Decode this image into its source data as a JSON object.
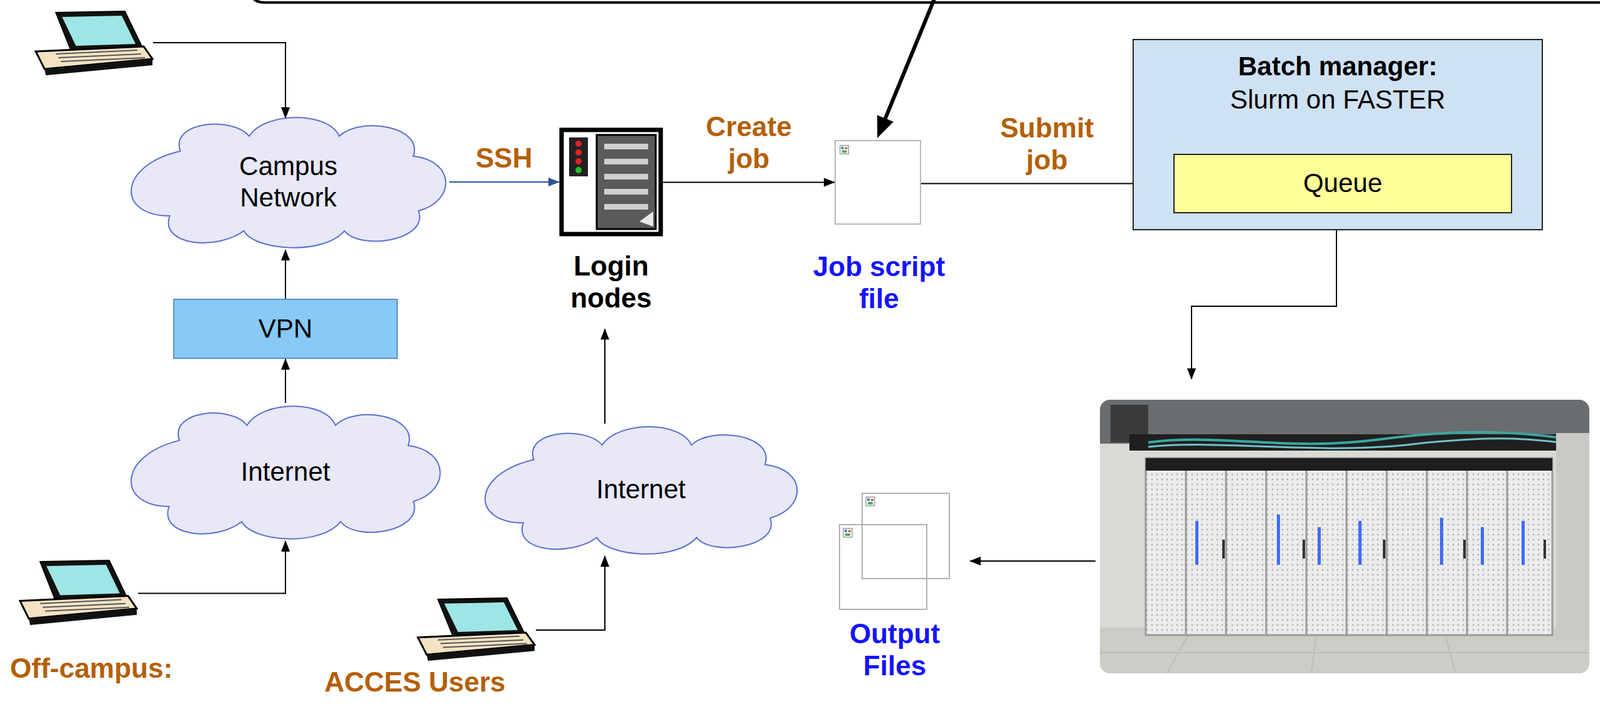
{
  "diagram": {
    "nodes": [
      {
        "text": [
          "Campus Network"
        ]
      },
      {
        "text": [
          "Login nodes"
        ]
      },
      {
        "text": [
          "Job script file"
        ]
      },
      {
        "text": [
          "Batch manager:",
          "Slurm on FASTER"
        ]
      },
      {
        "text": [
          "Queue"
        ],
        "in": 3
      },
      {
        "text": [
          "VPN"
        ]
      },
      {
        "text": [
          "Internet"
        ]
      },
      {
        "text": [
          "Internet"
        ]
      },
      {
        "text": [
          "Output Files"
        ]
      },
      {
        "text": [
          "Off-campus:"
        ]
      },
      {
        "text": [
          "ACCES Users"
        ]
      }
    ],
    "edges": [
      {
        "from": 0,
        "to": 1,
        "arrow": "to",
        "label": "SSH"
      },
      {
        "from": 1,
        "to": 2,
        "arrow": "to",
        "label": "Create job"
      },
      {
        "from": 2,
        "to": 4,
        "arrow": "to",
        "label": "Submit job"
      },
      {
        "from": 6,
        "to": 5,
        "arrow": "to"
      },
      {
        "from": 5,
        "to": 0,
        "arrow": "to"
      },
      {
        "from": 9,
        "to": 6,
        "arrow": "to"
      },
      {
        "from": 10,
        "to": 7,
        "arrow": "to"
      },
      {
        "from": 7,
        "to": 1,
        "arrow": "to"
      }
    ]
  }
}
